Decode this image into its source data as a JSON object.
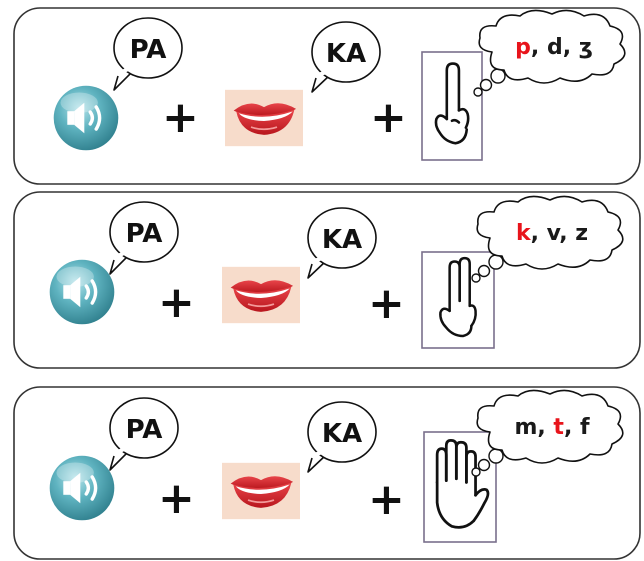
{
  "rows": [
    {
      "audio_syllable": "PA",
      "visual_syllable": "KA",
      "gesture_icon": "one-finger-hand-icon",
      "options": [
        {
          "text": "p",
          "color": "#e8141b"
        },
        {
          "text": "d",
          "color": "#1a1a1a"
        },
        {
          "text": "ʒ",
          "color": "#1a1a1a"
        }
      ]
    },
    {
      "audio_syllable": "PA",
      "visual_syllable": "KA",
      "gesture_icon": "two-finger-hand-icon",
      "options": [
        {
          "text": "k",
          "color": "#e8141b"
        },
        {
          "text": "v",
          "color": "#1a1a1a"
        },
        {
          "text": "z",
          "color": "#1a1a1a"
        }
      ]
    },
    {
      "audio_syllable": "PA",
      "visual_syllable": "KA",
      "gesture_icon": "open-hand-icon",
      "options": [
        {
          "text": "m",
          "color": "#1a1a1a"
        },
        {
          "text": "t",
          "color": "#e8141b"
        },
        {
          "text": "f",
          "color": "#1a1a1a"
        }
      ]
    }
  ],
  "operator": "+",
  "separator": ", ",
  "colors": {
    "speaker_teal": "#3f9aa8",
    "lips_red": "#d5232a",
    "lips_bg": "#f7dccb",
    "card_border": "#7a6f8c"
  }
}
